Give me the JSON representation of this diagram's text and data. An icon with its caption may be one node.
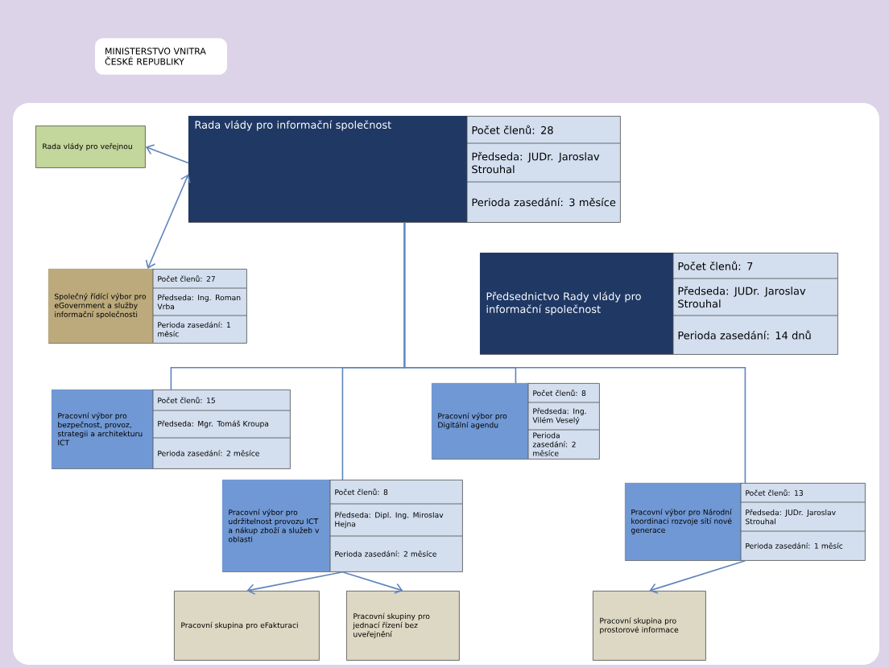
{
  "diagram": {
    "nodes": [
      {
        "text": [
          "Rada vlády pro veřejnou"
        ]
      },
      {
        "text": [
          "Rada vlády pro informační společnost",
          "Počet členů: 28",
          "Předseda: JUDr. Jaroslav Strouhal",
          "Perioda zasedání: 3 měsíce"
        ]
      },
      {
        "text": [
          "Předsednictvo Rady vlády pro informační společnost",
          "Počet členů: 7",
          "Předseda: JUDr. Jaroslav Strouhal",
          "Perioda zasedání: 14 dnů"
        ]
      },
      {
        "text": [
          "Společný řídící výbor pro eGovernment a služby informační společnosti",
          "Počet členů: 27",
          "Předseda: Ing. Roman Vrba",
          "Perioda zasedání: 1 měsíc"
        ]
      },
      {
        "text": [
          "Pracovní výbor pro bezpečnost, provoz, strategii a architekturu ICT",
          "Počet členů: 15",
          "Předseda: Mgr. Tomáš Kroupa",
          "Perioda zasedání: 2 měsíce"
        ]
      },
      {
        "text": [
          "Pracovní výbor pro Digitální agendu",
          "Počet členů: 8",
          "Předseda: Ing. Vilém Veselý",
          "Perioda zasedání: 2 měsíce"
        ]
      },
      {
        "text": [
          "Pracovní výbor pro udržitelnost provozu ICT a nákup zboží a služeb v oblasti",
          "Počet členů: 8",
          "Předseda: Dipl. Ing. Miroslav Hejna",
          "Perioda zasedání: 2 měsíce"
        ]
      },
      {
        "text": [
          "Pracovní výbor pro Národní koordinaci rozvoje sítí nové generace",
          "Počet členů: 13",
          "Předseda: JUDr. Jaroslav Strouhal",
          "Perioda zasedání: 1 měsíc"
        ]
      },
      {
        "text": [
          "Pracovní skupina pro eFakturaci"
        ]
      },
      {
        "text": [
          "Pracovní skupiny pro jednací řízení bez uveřejnění"
        ]
      },
      {
        "text": [
          "Pracovní skupina pro prostorové informace"
        ]
      }
    ],
    "edges": [
      {
        "from": 1,
        "to": 0,
        "arrow": "to"
      },
      {
        "from": 3,
        "to": 1,
        "arrow": "both"
      },
      {
        "from": 1,
        "to": 4,
        "arrow": "none"
      },
      {
        "from": 1,
        "to": 6,
        "arrow": "none"
      },
      {
        "from": 1,
        "to": 5,
        "arrow": "none"
      },
      {
        "from": 1,
        "to": 7,
        "arrow": "none"
      },
      {
        "from": 6,
        "to": 8,
        "arrow": "to"
      },
      {
        "from": 6,
        "to": 9,
        "arrow": "to"
      },
      {
        "from": 7,
        "to": 10,
        "arrow": "to"
      }
    ],
    "labels": [
      "MINISTERSTVO VNITRA ČESKÉ REPUBLIKY"
    ]
  }
}
